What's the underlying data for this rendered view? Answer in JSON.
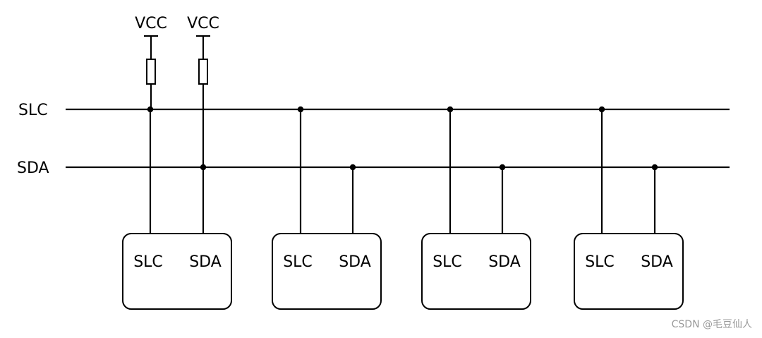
{
  "bus": {
    "scl_label": "SLC",
    "sda_label": "SDA"
  },
  "pullups": [
    {
      "label": "VCC"
    },
    {
      "label": "VCC"
    }
  ],
  "devices": [
    {
      "pin1": "SLC",
      "pin2": "SDA"
    },
    {
      "pin1": "SLC",
      "pin2": "SDA"
    },
    {
      "pin1": "SLC",
      "pin2": "SDA"
    },
    {
      "pin1": "SLC",
      "pin2": "SDA"
    }
  ],
  "watermark": "CSDN @毛豆仙人"
}
